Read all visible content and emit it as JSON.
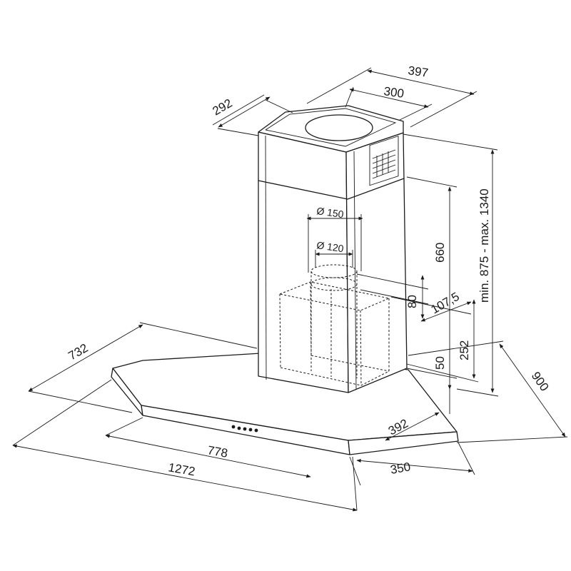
{
  "diagram": {
    "dimensions": {
      "d397": "397",
      "d300": "300",
      "d292": "292",
      "d150": "Ø 150",
      "d120": "Ø 120",
      "d660": "660",
      "d80": "80",
      "d1075": "107,5",
      "d252": "252",
      "d50": "50",
      "height_range": "min. 875 - max. 1340",
      "d732": "732",
      "d900": "900",
      "d392": "392",
      "d778": "778",
      "d1272": "1272",
      "d350": "350"
    }
  }
}
